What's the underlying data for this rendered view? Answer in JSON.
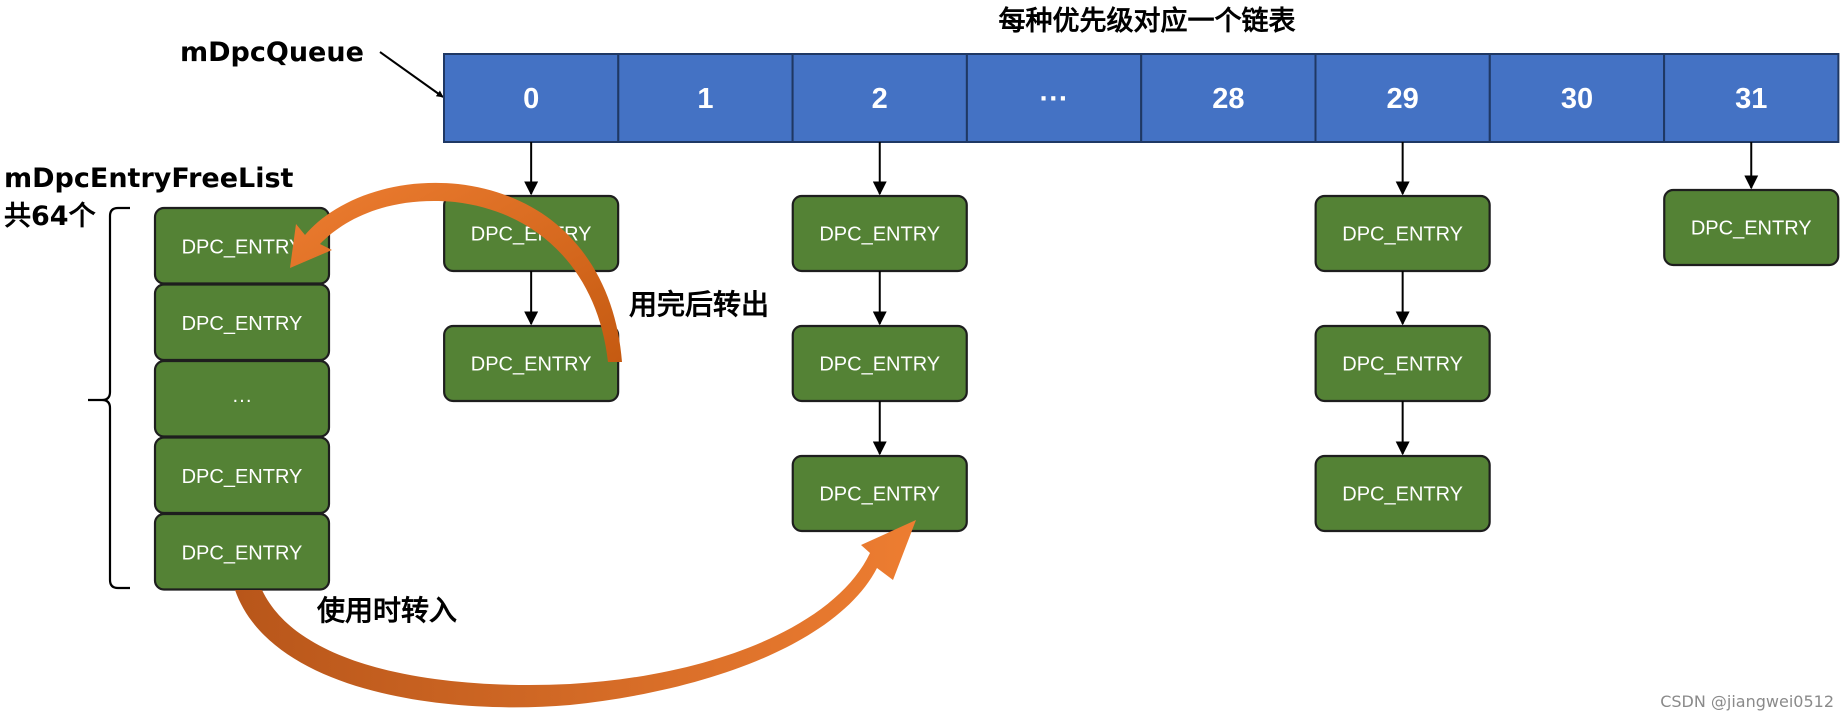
{
  "queue": {
    "name": "mDpcQueue",
    "title": "每种优先级对应一个链表",
    "cells": [
      "0",
      "1",
      "2",
      "···",
      "28",
      "29",
      "30",
      "31"
    ]
  },
  "free_list": {
    "name": "mDpcEntryFreeList",
    "count_label": "共64个",
    "entries": [
      "DPC_ENTRY",
      "DPC_ENTRY",
      "···",
      "DPC_ENTRY",
      "DPC_ENTRY"
    ]
  },
  "chains": [
    {
      "cell": "0",
      "entries": [
        "DPC_ENTRY",
        "DPC_ENTRY"
      ]
    },
    {
      "cell": "2",
      "entries": [
        "DPC_ENTRY",
        "DPC_ENTRY",
        "DPC_ENTRY"
      ]
    },
    {
      "cell": "29",
      "entries": [
        "DPC_ENTRY",
        "DPC_ENTRY",
        "DPC_ENTRY"
      ]
    },
    {
      "cell": "31",
      "entries": [
        "DPC_ENTRY"
      ]
    }
  ],
  "annotations": {
    "return_label": "用完后转出",
    "take_label": "使用时转入"
  },
  "watermark": "CSDN @jiangwei0512",
  "colors": {
    "queue_fill": "#4472C4",
    "queue_stroke": "#1F3864",
    "entry_fill": "#548235",
    "entry_stroke": "#1E1E1E",
    "arrow_light": "#ED7D31",
    "arrow_dark": "#C55A11"
  }
}
